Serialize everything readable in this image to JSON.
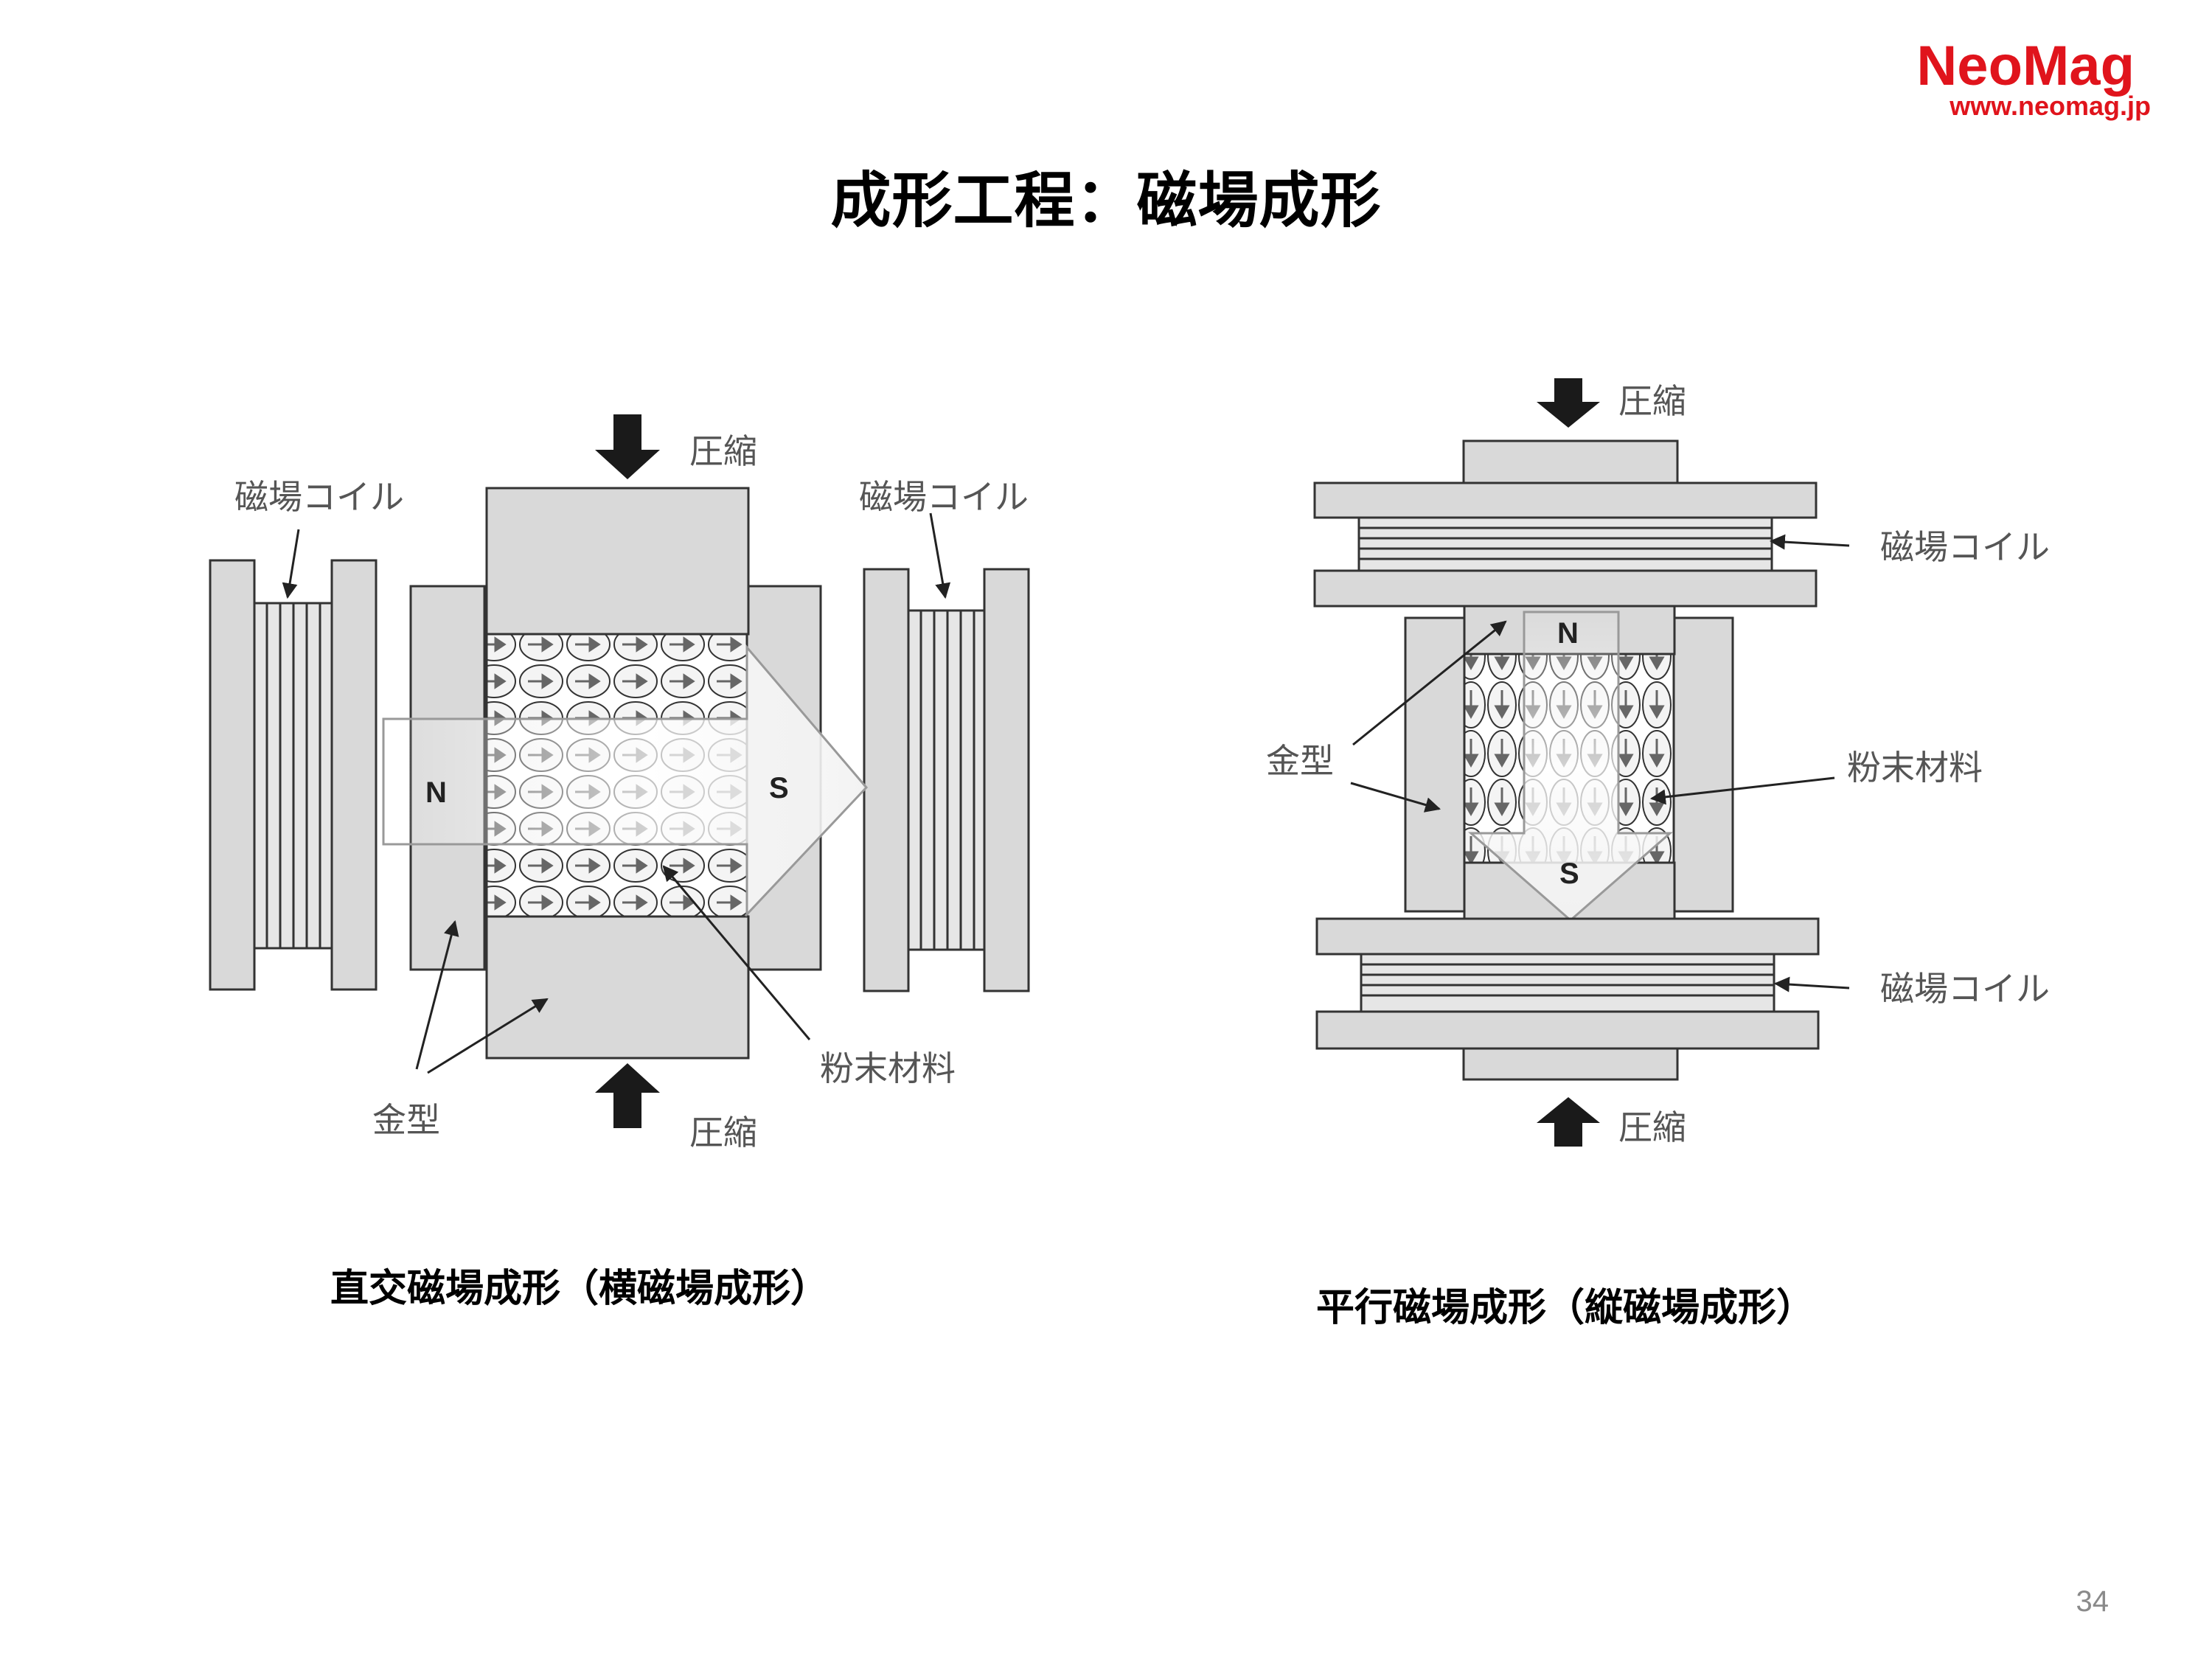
{
  "brand": {
    "name": "NeoMag",
    "url": "www.neomag.jp"
  },
  "title": "成形工程：磁場成形",
  "left_diagram": {
    "caption": "直交磁場成形（横磁場成形）",
    "compress_top": "圧縮",
    "compress_bottom": "圧縮",
    "coil_left": "磁場コイル",
    "coil_right": "磁場コイル",
    "die": "金型",
    "powder": "粉末材料",
    "pole_n": "N",
    "pole_s": "S"
  },
  "right_diagram": {
    "caption": "平行磁場成形（縦磁場成形）",
    "compress_top": "圧縮",
    "compress_bottom": "圧縮",
    "coil_top": "磁場コイル",
    "coil_bottom": "磁場コイル",
    "die": "金型",
    "powder": "粉末材料",
    "pole_n": "N",
    "pole_s": "S"
  },
  "page_number": "34",
  "colors": {
    "brand": "#e0141c",
    "frame_fill": "#d9d9d9",
    "frame_stroke": "#333333",
    "label": "#555555"
  }
}
